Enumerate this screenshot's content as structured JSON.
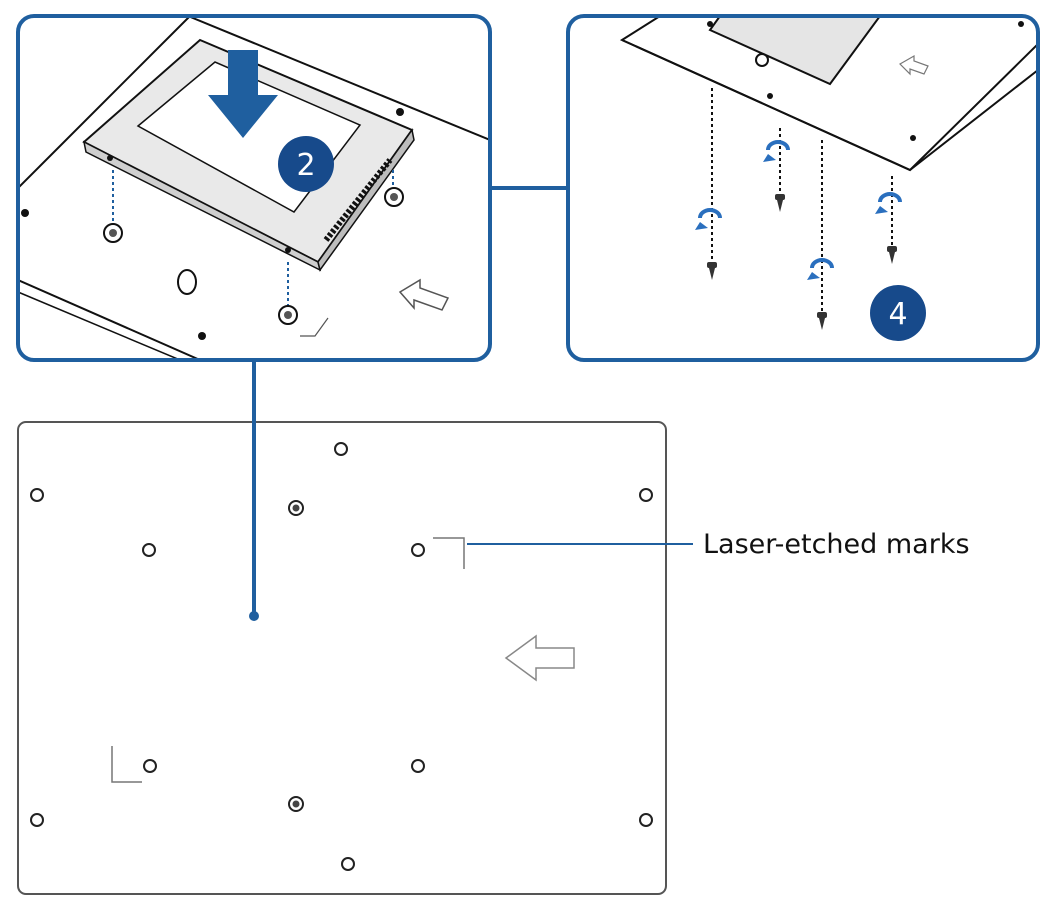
{
  "steps": [
    {
      "number": "2"
    },
    {
      "number": "4"
    }
  ],
  "callout": {
    "label": "Laser-etched marks"
  },
  "colors": {
    "accent": "#1f5f9f",
    "step_badge": "#174a8b",
    "line": "#111111",
    "rotate_arrow": "#2a6fbe",
    "plate_outline": "#555555"
  },
  "icons": [
    "down-arrow-icon",
    "rotate-arrow-icon",
    "slide-direction-arrow-icon",
    "screw-icon"
  ]
}
